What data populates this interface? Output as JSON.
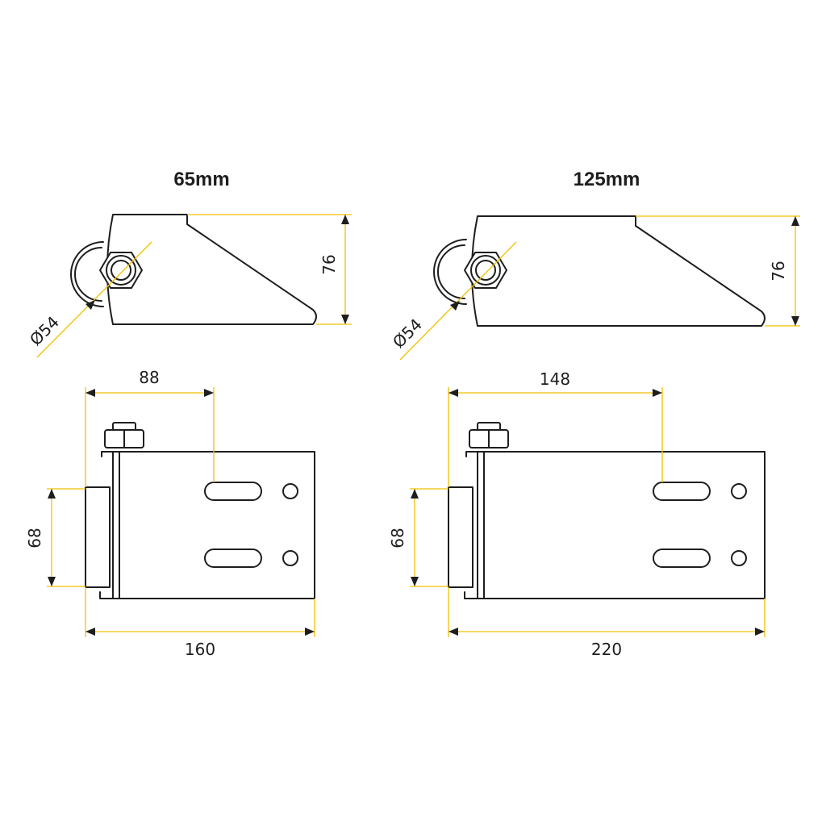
{
  "colors": {
    "dimension_line": "#f0c000",
    "outline": "#1e1e1e",
    "background": "#ffffff"
  },
  "variants": [
    {
      "title": "65mm",
      "side_view": {
        "diameter_label": "Ø54",
        "height_label": "76"
      },
      "top_view": {
        "slot_distance_label": "88",
        "height_label": "68",
        "length_label": "160"
      }
    },
    {
      "title": "125mm",
      "side_view": {
        "diameter_label": "Ø54",
        "height_label": "76"
      },
      "top_view": {
        "slot_distance_label": "148",
        "height_label": "68",
        "length_label": "220"
      }
    }
  ]
}
